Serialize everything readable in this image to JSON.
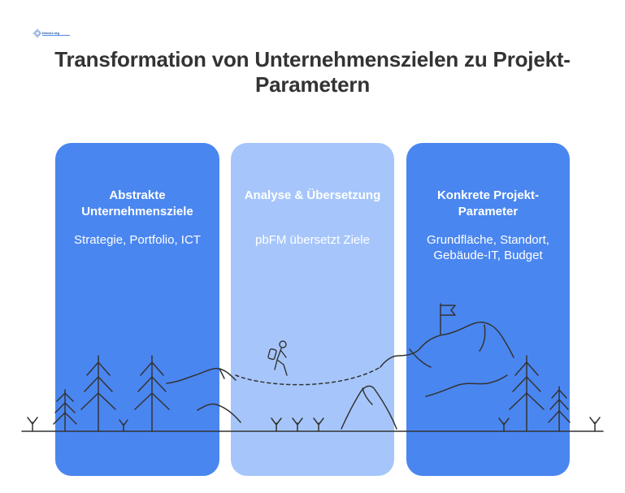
{
  "logo": {
    "text": "Demo1.org",
    "icon": "gear-logo-icon"
  },
  "title": "Transformation von Unternehmenszielen zu Projekt-Parametern",
  "cards": [
    {
      "heading": "Abstrakte Unternehmensziele",
      "description": "Strategie, Portfolio, ICT",
      "color": "#4a86f0"
    },
    {
      "heading": "Analyse & Übersetzung",
      "description": "pbFM übersetzt Ziele",
      "color": "#a6c6fb"
    },
    {
      "heading": "Konkrete Projekt-Parameter",
      "description": "Grundfläche, Standort, Gebäude-IT, Budget",
      "color": "#4a86f0"
    }
  ],
  "illustration": {
    "elements": [
      "pine-tree-icon",
      "mountain-line",
      "rope-bridge",
      "hiker-icon",
      "summit-flag-icon",
      "grass-tuft-icon"
    ],
    "stroke_color": "#333333"
  }
}
